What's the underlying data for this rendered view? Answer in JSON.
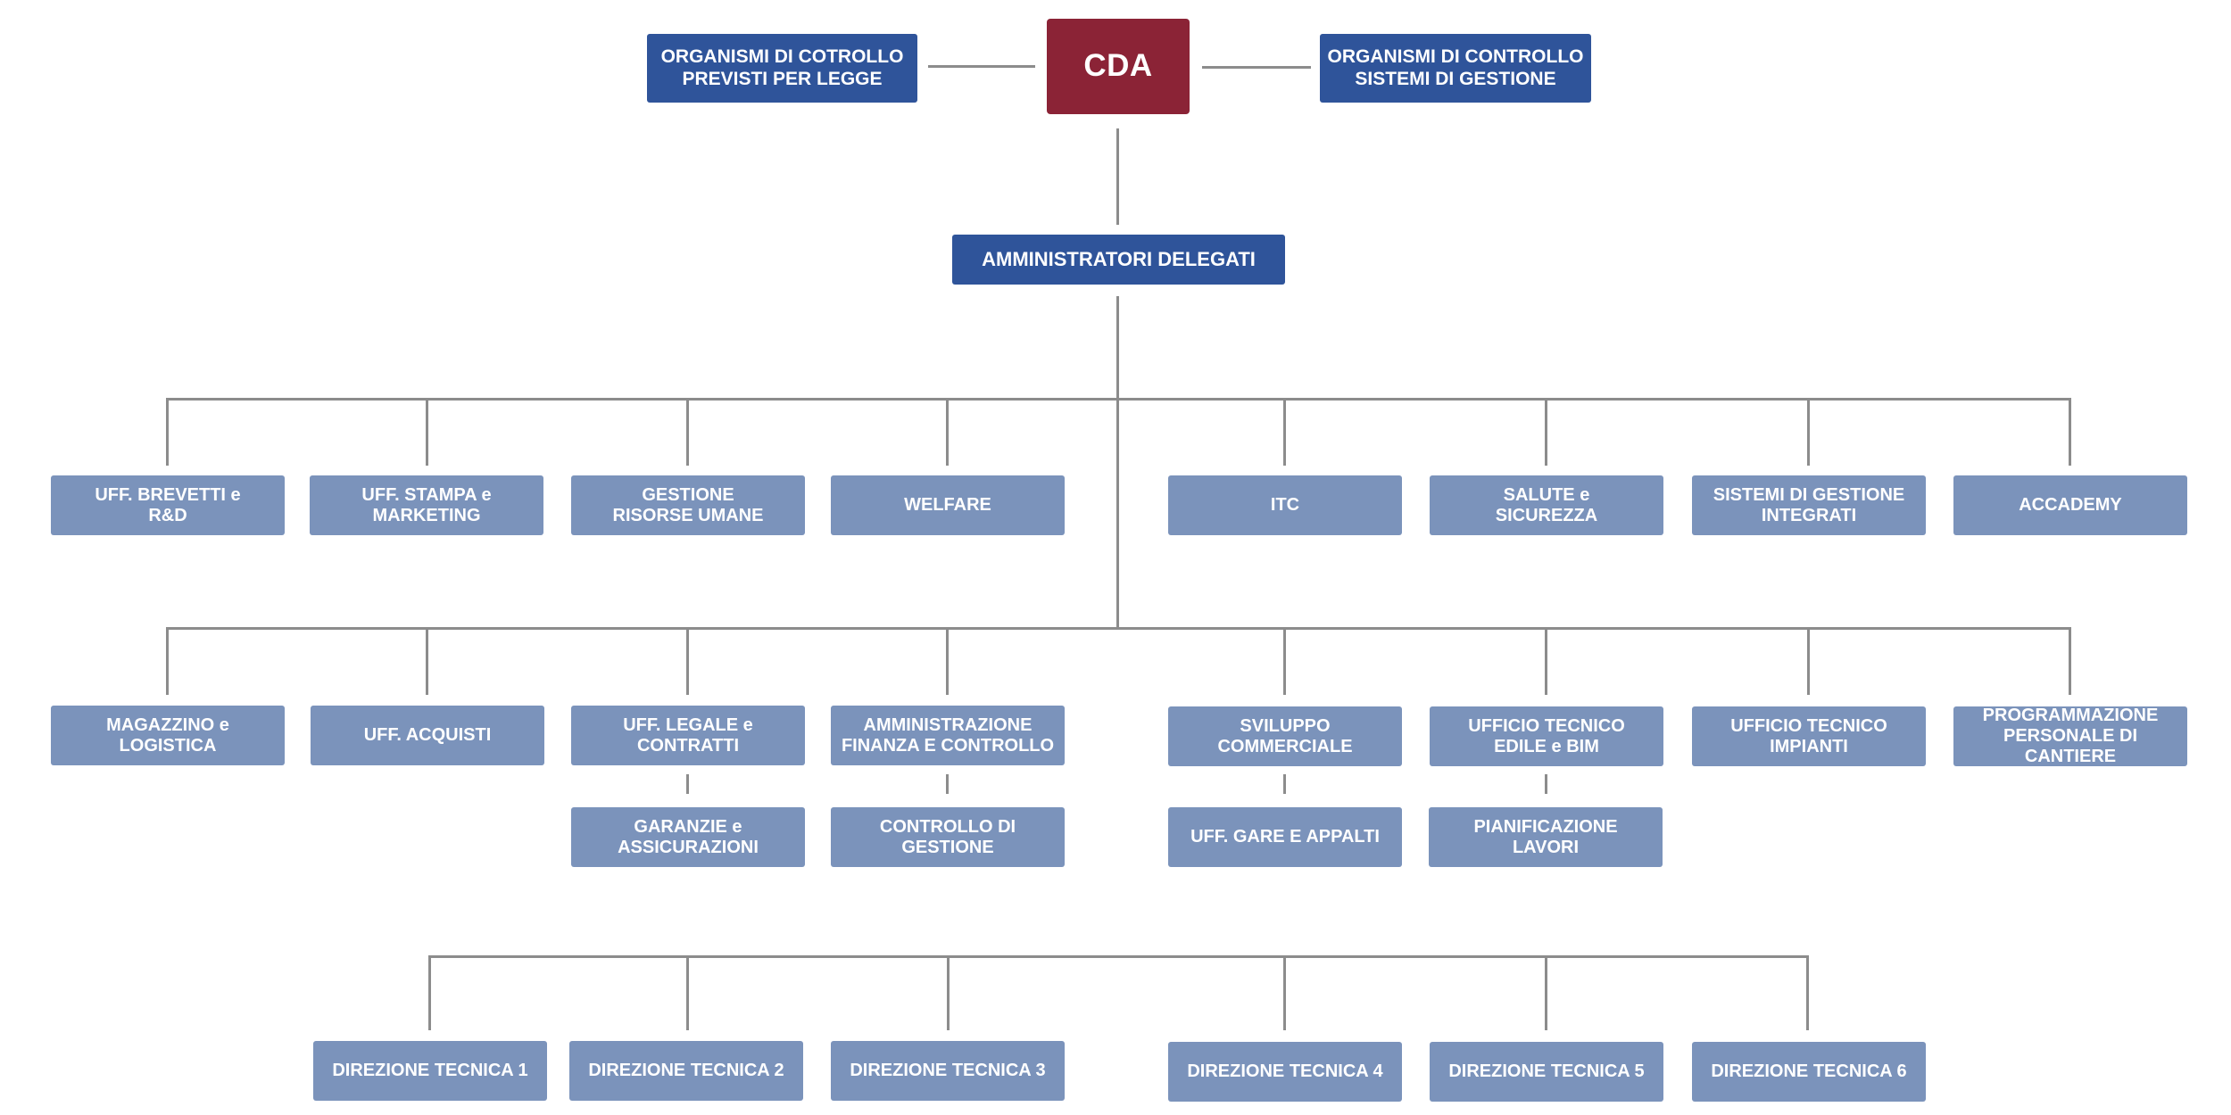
{
  "colors": {
    "cda": "#8b2336",
    "top": "#2f549a",
    "dept": "#7b93bb",
    "line": "#8c8c8c"
  },
  "nodes": {
    "cda": "CDA",
    "organismi_legge": "ORGANISMI DI COTROLLO\nPREVISTI PER LEGGE",
    "organismi_gestione": "ORGANISMI DI CONTROLLO\nSISTEMI DI GESTIONE",
    "amministratori": "AMMINISTRATORI DELEGATI",
    "brevetti": "UFF. BREVETTI e\nR&D",
    "stampa": "UFF. STAMPA e\nMARKETING",
    "risorse_umane": "GESTIONE\nRISORSE UMANE",
    "welfare": "WELFARE",
    "itc": "ITC",
    "salute": "SALUTE e\nSICUREZZA",
    "sistemi_gestione": "SISTEMI DI GESTIONE\nINTEGRATI",
    "accademy": "ACCADEMY",
    "magazzino": "MAGAZZINO e\nLOGISTICA",
    "acquisti": "UFF. ACQUISTI",
    "legale": "UFF. LEGALE e\nCONTRATTI",
    "amministrazione": "AMMINISTRAZIONE\nFINANZA E CONTROLLO",
    "sviluppo": "SVILUPPO\nCOMMERCIALE",
    "tecnico_edile": "UFFICIO TECNICO\nEDILE e BIM",
    "tecnico_impianti": "UFFICIO TECNICO\nIMPIANTI",
    "programmazione": "PROGRAMMAZIONE\nPERSONALE DI CANTIERE",
    "garanzie": "GARANZIE e\nASSICURAZIONI",
    "controllo_gestione": "CONTROLLO DI\nGESTIONE",
    "gare": "UFF. GARE E APPALTI",
    "pianificazione": "PIANIFICAZIONE\nLAVORI",
    "dt1": "DIREZIONE TECNICA 1",
    "dt2": "DIREZIONE TECNICA 2",
    "dt3": "DIREZIONE TECNICA 3",
    "dt4": "DIREZIONE TECNICA 4",
    "dt5": "DIREZIONE TECNICA 5",
    "dt6": "DIREZIONE TECNICA 6"
  }
}
